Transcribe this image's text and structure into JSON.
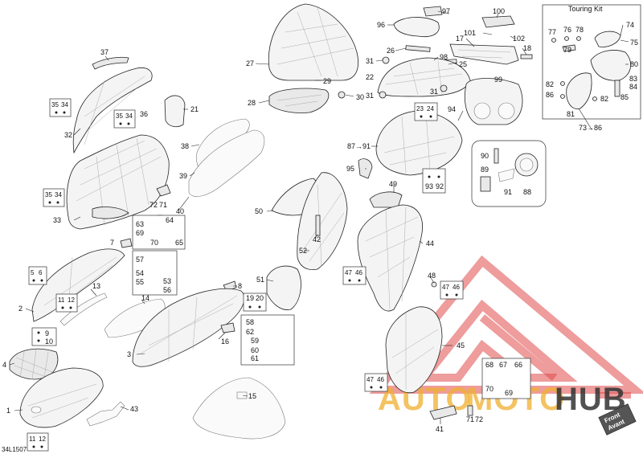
{
  "diagram": {
    "ref_code": "34L1507",
    "kit_title": "Touring Kit",
    "kit_note": "73→86",
    "front_label": "Front\nAvant",
    "watermark": {
      "word1": "AUTO",
      "word2": "MOTO",
      "word3": "HUB"
    },
    "labels": [
      {
        "id": "97",
        "t": "97"
      },
      {
        "id": "96",
        "t": "96"
      },
      {
        "id": "100",
        "t": "100"
      },
      {
        "id": "101",
        "t": "101"
      },
      {
        "id": "102",
        "t": "102"
      },
      {
        "id": "17",
        "t": "17"
      },
      {
        "id": "18",
        "t": "18"
      },
      {
        "id": "26",
        "t": "26"
      },
      {
        "id": "98",
        "t": "98"
      },
      {
        "id": "25",
        "t": "25"
      },
      {
        "id": "31a",
        "t": "31"
      },
      {
        "id": "22",
        "t": "22"
      },
      {
        "id": "31b",
        "t": "31"
      },
      {
        "id": "31c",
        "t": "31"
      },
      {
        "id": "99",
        "t": "99"
      },
      {
        "id": "27",
        "t": "27"
      },
      {
        "id": "29",
        "t": "29"
      },
      {
        "id": "30",
        "t": "30"
      },
      {
        "id": "28",
        "t": "28"
      },
      {
        "id": "37",
        "t": "37"
      },
      {
        "id": "21",
        "t": "21"
      },
      {
        "id": "36",
        "t": "36"
      },
      {
        "id": "32",
        "t": "32"
      },
      {
        "id": "38",
        "t": "38"
      },
      {
        "id": "39",
        "t": "39"
      },
      {
        "id": "33",
        "t": "33"
      },
      {
        "id": "72",
        "t": "72"
      },
      {
        "id": "71a",
        "t": "71"
      },
      {
        "id": "40",
        "t": "40"
      },
      {
        "id": "63",
        "t": "63"
      },
      {
        "id": "64",
        "t": "64"
      },
      {
        "id": "69a",
        "t": "69"
      },
      {
        "id": "70a",
        "t": "70"
      },
      {
        "id": "65",
        "t": "65"
      },
      {
        "id": "7",
        "t": "7"
      },
      {
        "id": "57",
        "t": "57"
      },
      {
        "id": "54",
        "t": "54"
      },
      {
        "id": "55",
        "t": "55"
      },
      {
        "id": "53",
        "t": "53"
      },
      {
        "id": "56",
        "t": "56"
      },
      {
        "id": "2",
        "t": "2"
      },
      {
        "id": "13",
        "t": "13"
      },
      {
        "id": "14",
        "t": "14"
      },
      {
        "id": "8",
        "t": "8"
      },
      {
        "id": "19",
        "t": "19"
      },
      {
        "id": "20",
        "t": "20"
      },
      {
        "id": "58",
        "t": "58"
      },
      {
        "id": "62",
        "t": "62"
      },
      {
        "id": "59",
        "t": "59"
      },
      {
        "id": "60",
        "t": "60"
      },
      {
        "id": "61",
        "t": "61"
      },
      {
        "id": "16",
        "t": "16"
      },
      {
        "id": "3",
        "t": "3"
      },
      {
        "id": "9",
        "t": "9"
      },
      {
        "id": "10",
        "t": "10"
      },
      {
        "id": "4",
        "t": "4"
      },
      {
        "id": "1",
        "t": "1"
      },
      {
        "id": "43",
        "t": "43"
      },
      {
        "id": "15",
        "t": "15"
      },
      {
        "id": "50",
        "t": "50"
      },
      {
        "id": "42",
        "t": "42"
      },
      {
        "id": "52",
        "t": "52"
      },
      {
        "id": "51",
        "t": "51"
      },
      {
        "id": "49",
        "t": "49"
      },
      {
        "id": "44",
        "t": "44"
      },
      {
        "id": "48",
        "t": "48"
      },
      {
        "id": "45",
        "t": "45"
      },
      {
        "id": "41",
        "t": "41"
      },
      {
        "id": "71b",
        "t": "71"
      },
      {
        "id": "72b",
        "t": "72"
      },
      {
        "id": "68",
        "t": "68"
      },
      {
        "id": "67",
        "t": "67"
      },
      {
        "id": "66",
        "t": "66"
      },
      {
        "id": "70b",
        "t": "70"
      },
      {
        "id": "69b",
        "t": "69"
      },
      {
        "id": "94",
        "t": "94"
      },
      {
        "id": "87_91",
        "t": "87→91"
      },
      {
        "id": "95",
        "t": "95"
      },
      {
        "id": "93",
        "t": "93"
      },
      {
        "id": "92",
        "t": "92"
      },
      {
        "id": "90",
        "t": "90"
      },
      {
        "id": "89",
        "t": "89"
      },
      {
        "id": "91",
        "t": "91"
      },
      {
        "id": "88",
        "t": "88"
      },
      {
        "id": "77",
        "t": "77"
      },
      {
        "id": "76",
        "t": "76"
      },
      {
        "id": "78",
        "t": "78"
      },
      {
        "id": "79",
        "t": "79"
      },
      {
        "id": "74",
        "t": "74"
      },
      {
        "id": "75",
        "t": "75"
      },
      {
        "id": "80",
        "t": "80"
      },
      {
        "id": "82a",
        "t": "82"
      },
      {
        "id": "86",
        "t": "86"
      },
      {
        "id": "85",
        "t": "85"
      },
      {
        "id": "83",
        "t": "83"
      },
      {
        "id": "84",
        "t": "84"
      },
      {
        "id": "82b",
        "t": "82"
      },
      {
        "id": "81",
        "t": "81"
      }
    ],
    "boxes": [
      {
        "id": "b3534a",
        "a": "35",
        "b": "34"
      },
      {
        "id": "b3534b",
        "a": "35",
        "b": "34"
      },
      {
        "id": "b3534c",
        "a": "35",
        "b": "34"
      },
      {
        "id": "b56",
        "a": "5",
        "b": "6"
      },
      {
        "id": "b1112a",
        "a": "11",
        "b": "12"
      },
      {
        "id": "b1112b",
        "a": "11",
        "b": "12"
      },
      {
        "id": "b2324",
        "a": "23",
        "b": "24"
      },
      {
        "id": "b4746a",
        "a": "47",
        "b": "46"
      },
      {
        "id": "b4746b",
        "a": "47",
        "b": "46"
      },
      {
        "id": "b4746c",
        "a": "47",
        "b": "46"
      }
    ],
    "colors": {
      "watermark_red": "#e04a4a",
      "watermark_gold": "#f0b030",
      "line": "#222222"
    }
  }
}
